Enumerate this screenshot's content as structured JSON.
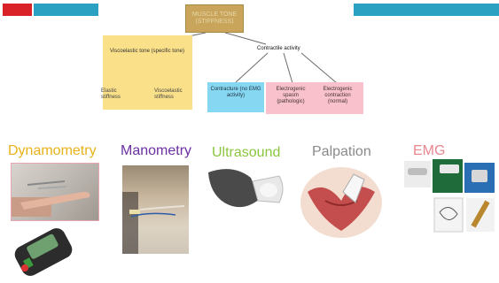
{
  "header": {
    "colors": {
      "red": "#d92128",
      "teal": "#2aa1c0"
    }
  },
  "diagram": {
    "root": "MUSCLE TONE (STIFFNESS)",
    "viscoelastic": {
      "title": "Viscoelastic tone (specific tone)",
      "children": [
        "Elastic stiffness",
        "Viscoelastic stiffness"
      ]
    },
    "contractile": {
      "title": "Contractile activity",
      "children": [
        "Contracture (no EMG activity)",
        "Electrogenic spasm (pathologic)",
        "Electrogenic contraction (normal)"
      ]
    }
  },
  "methods": [
    {
      "label": "Dynamometry",
      "color": "#e7b21a"
    },
    {
      "label": "Manometry",
      "color": "#6a2fa1"
    },
    {
      "label": "Ultrasound",
      "color": "#8cc63f"
    },
    {
      "label": "Palpation",
      "color": "#8a8a8a"
    },
    {
      "label": "EMG",
      "color": "#e9868e"
    }
  ]
}
